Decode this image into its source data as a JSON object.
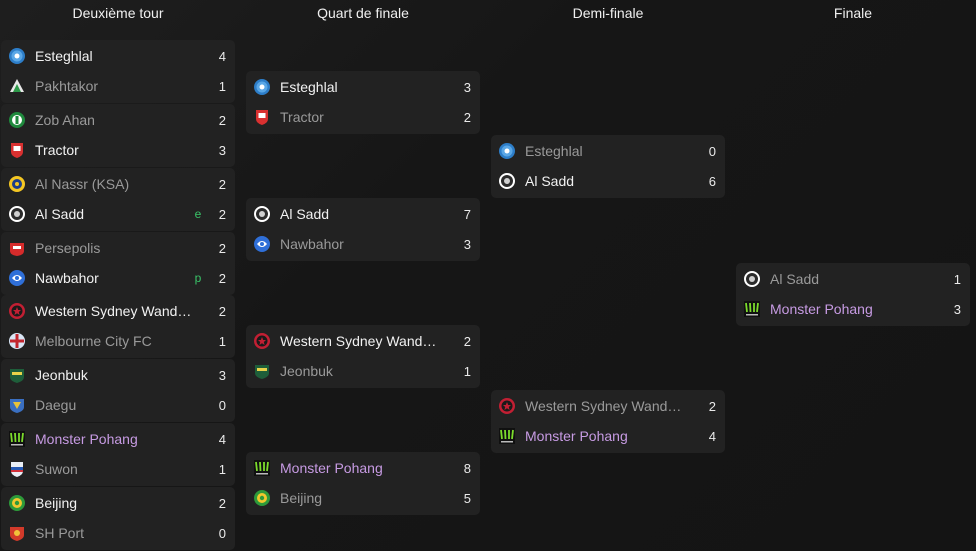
{
  "rounds": [
    "Deuxième tour",
    "Quart de finale",
    "Demi-finale",
    "Finale"
  ],
  "matches": [
    {
      "round": 0,
      "teams": [
        {
          "name": "Esteghlal",
          "score": "4",
          "flag": "",
          "status": "win",
          "logo": "esteghlal-logo"
        },
        {
          "name": "Pakhtakor",
          "score": "1",
          "flag": "",
          "status": "lose",
          "logo": "pakhtakor-logo"
        }
      ]
    },
    {
      "round": 0,
      "teams": [
        {
          "name": "Zob Ahan",
          "score": "2",
          "flag": "",
          "status": "lose",
          "logo": "zob-ahan-logo"
        },
        {
          "name": "Tractor",
          "score": "3",
          "flag": "",
          "status": "win",
          "logo": "tractor-logo"
        }
      ]
    },
    {
      "round": 0,
      "teams": [
        {
          "name": "Al Nassr (KSA)",
          "score": "2",
          "flag": "",
          "status": "lose",
          "logo": "al-nassr-logo"
        },
        {
          "name": "Al Sadd",
          "score": "2",
          "flag": "e",
          "status": "win",
          "logo": "al-sadd-logo"
        }
      ]
    },
    {
      "round": 0,
      "teams": [
        {
          "name": "Persepolis",
          "score": "2",
          "flag": "",
          "status": "lose",
          "logo": "persepolis-logo"
        },
        {
          "name": "Nawbahor",
          "score": "2",
          "flag": "p",
          "status": "win",
          "logo": "nawbahor-logo"
        }
      ]
    },
    {
      "round": 0,
      "teams": [
        {
          "name": "Western Sydney Wanderers",
          "score": "2",
          "flag": "",
          "status": "win",
          "logo": "western-sydney-logo"
        },
        {
          "name": "Melbourne City FC",
          "score": "1",
          "flag": "",
          "status": "lose",
          "logo": "melbourne-city-logo"
        }
      ]
    },
    {
      "round": 0,
      "teams": [
        {
          "name": "Jeonbuk",
          "score": "3",
          "flag": "",
          "status": "win",
          "logo": "jeonbuk-logo"
        },
        {
          "name": "Daegu",
          "score": "0",
          "flag": "",
          "status": "lose",
          "logo": "daegu-logo"
        }
      ]
    },
    {
      "round": 0,
      "teams": [
        {
          "name": "Monster Pohang",
          "score": "4",
          "flag": "",
          "status": "user",
          "logo": "monster-pohang-logo"
        },
        {
          "name": "Suwon",
          "score": "1",
          "flag": "",
          "status": "lose",
          "logo": "suwon-logo"
        }
      ]
    },
    {
      "round": 0,
      "teams": [
        {
          "name": "Beijing",
          "score": "2",
          "flag": "",
          "status": "win",
          "logo": "beijing-logo"
        },
        {
          "name": "SH Port",
          "score": "0",
          "flag": "",
          "status": "lose",
          "logo": "sh-port-logo"
        }
      ]
    },
    {
      "round": 1,
      "teams": [
        {
          "name": "Esteghlal",
          "score": "3",
          "flag": "",
          "status": "win",
          "logo": "esteghlal-logo"
        },
        {
          "name": "Tractor",
          "score": "2",
          "flag": "",
          "status": "lose",
          "logo": "tractor-logo"
        }
      ]
    },
    {
      "round": 1,
      "teams": [
        {
          "name": "Al Sadd",
          "score": "7",
          "flag": "",
          "status": "win",
          "logo": "al-sadd-logo"
        },
        {
          "name": "Nawbahor",
          "score": "3",
          "flag": "",
          "status": "lose",
          "logo": "nawbahor-logo"
        }
      ]
    },
    {
      "round": 1,
      "teams": [
        {
          "name": "Western Sydney Wanderers",
          "score": "2",
          "flag": "",
          "status": "win",
          "logo": "western-sydney-logo"
        },
        {
          "name": "Jeonbuk",
          "score": "1",
          "flag": "",
          "status": "lose",
          "logo": "jeonbuk-logo"
        }
      ]
    },
    {
      "round": 1,
      "teams": [
        {
          "name": "Monster Pohang",
          "score": "8",
          "flag": "",
          "status": "user",
          "logo": "monster-pohang-logo"
        },
        {
          "name": "Beijing",
          "score": "5",
          "flag": "",
          "status": "lose",
          "logo": "beijing-logo"
        }
      ]
    },
    {
      "round": 2,
      "teams": [
        {
          "name": "Esteghlal",
          "score": "0",
          "flag": "",
          "status": "lose",
          "logo": "esteghlal-logo"
        },
        {
          "name": "Al Sadd",
          "score": "6",
          "flag": "",
          "status": "win",
          "logo": "al-sadd-logo"
        }
      ]
    },
    {
      "round": 2,
      "teams": [
        {
          "name": "Western Sydney Wanderers",
          "score": "2",
          "flag": "",
          "status": "lose",
          "logo": "western-sydney-logo"
        },
        {
          "name": "Monster Pohang",
          "score": "4",
          "flag": "",
          "status": "user",
          "logo": "monster-pohang-logo"
        }
      ]
    },
    {
      "round": 3,
      "teams": [
        {
          "name": "Al Sadd",
          "score": "1",
          "flag": "",
          "status": "lose",
          "logo": "al-sadd-logo"
        },
        {
          "name": "Monster Pohang",
          "score": "3",
          "flag": "",
          "status": "user",
          "logo": "monster-pohang-logo"
        }
      ]
    }
  ]
}
